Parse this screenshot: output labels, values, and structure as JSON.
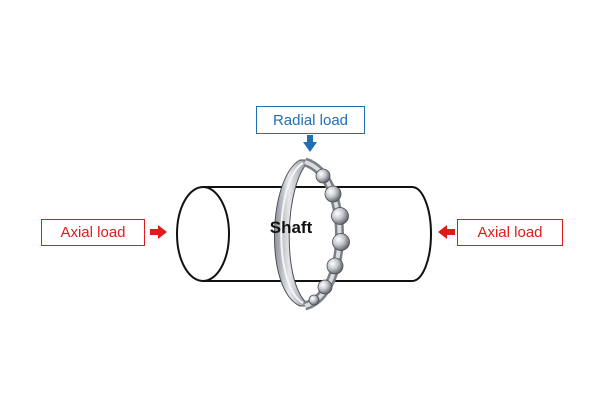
{
  "labels": {
    "radial_load": "Radial load",
    "axial_load_left": "Axial load",
    "axial_load_right": "Axial load",
    "shaft": "Shaft"
  },
  "colors": {
    "radial": "#1f6fb5",
    "axial": "#e01b1b",
    "outline": "#111111",
    "bearing_steel": "#b8bcc2"
  }
}
